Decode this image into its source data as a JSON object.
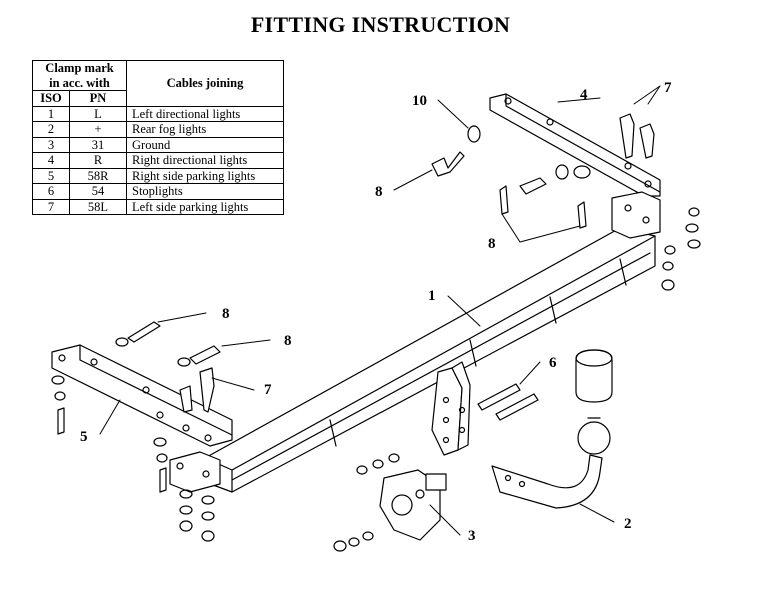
{
  "title": "FITTING INSTRUCTION",
  "table": {
    "header_clamp": "Clamp mark in acc. with",
    "header_clamp_line1": "Clamp mark",
    "header_clamp_line2": "in acc. with",
    "header_iso": "ISO",
    "header_pn": "PN",
    "header_cables": "Cables joining",
    "rows": [
      {
        "iso": "1",
        "pn": "L",
        "cable": "Left directional lights"
      },
      {
        "iso": "2",
        "pn": "+",
        "cable": "Rear fog lights"
      },
      {
        "iso": "3",
        "pn": "31",
        "cable": "Ground"
      },
      {
        "iso": "4",
        "pn": "R",
        "cable": "Right directional lights"
      },
      {
        "iso": "5",
        "pn": "58R",
        "cable": "Right side parking lights"
      },
      {
        "iso": "6",
        "pn": "54",
        "cable": "Stoplights"
      },
      {
        "iso": "7",
        "pn": "58L",
        "cable": "Left side parking lights"
      }
    ]
  },
  "labels": {
    "part_1": "1",
    "part_2": "2",
    "part_3": "3",
    "part_4": "4",
    "part_5": "5",
    "part_6": "6",
    "part_7_top": "7",
    "part_7_left": "7",
    "part_8_top": "8",
    "part_8_mid": "8",
    "part_8_left_a": "8",
    "part_8_left_b": "8",
    "part_10": "10"
  }
}
